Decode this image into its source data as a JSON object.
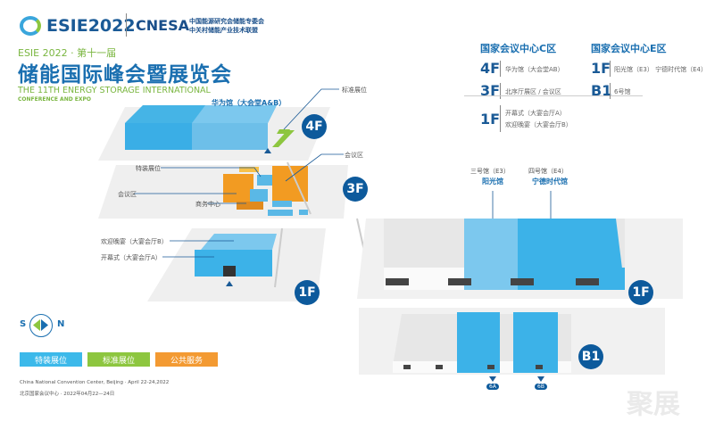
{
  "header": {
    "brand": "ESIE2022",
    "partner": "CNESA",
    "partner_line1": "中国能源研究会储能专委会",
    "partner_line2": "中关村储能产业技术联盟"
  },
  "title": {
    "edition": "ESIE 2022 · 第十一届",
    "main": "储能国际峰会暨展览会",
    "en_line1": "THE 11TH ENERGY STORAGE INTERNATIONAL",
    "en_line2": "CONFERENCE AND EXPO"
  },
  "directory": {
    "c_zone": {
      "title": "国家会议中心C区",
      "rows": [
        {
          "floor": "4F",
          "items": [
            "华为馆（大会堂AB）"
          ]
        },
        {
          "floor": "3F",
          "items": [
            "北序厅展区 / 会议区"
          ]
        },
        {
          "floor": "1F",
          "items": [
            "开幕式（大宴会厅A）",
            "欢迎晚宴（大宴会厅B）"
          ]
        }
      ]
    },
    "e_zone": {
      "title": "国家会议中心E区",
      "rows": [
        {
          "floor": "1F",
          "items": [
            "阳光馆（E3） 宁德时代馆（E4）"
          ]
        },
        {
          "floor": "B1",
          "items": [
            "6号馆"
          ]
        }
      ]
    }
  },
  "map": {
    "f4": {
      "badge": "4F",
      "hall": "华为馆（大会堂A&B）",
      "std": "标准展位"
    },
    "f3": {
      "badge": "3F",
      "special": "特装展位",
      "meeting_left": "会议区",
      "business": "商务中心",
      "meeting_right": "会议区"
    },
    "f1c": {
      "badge": "1F",
      "banquet": "欢迎晚宴（大宴会厅B）",
      "opening": "开幕式（大宴会厅A）"
    },
    "f1e": {
      "badge": "1F",
      "e3_num": "三号馆（E3）",
      "e3_name": "阳光馆",
      "e4_num": "四号馆（E4）",
      "e4_name": "宁德时代馆"
    },
    "b1": {
      "badge": "B1",
      "gate_a": "6A",
      "gate_b": "6B"
    }
  },
  "compass": {
    "s": "S",
    "n": "N"
  },
  "legend": [
    {
      "label": "特装展位",
      "color": "#3cb9ea"
    },
    {
      "label": "标准展位",
      "color": "#8dc63f"
    },
    {
      "label": "公共服务",
      "color": "#f39a32"
    }
  ],
  "footer": {
    "en": "China National Convention Center, Beijing · April 22-24,2022",
    "cn": "北京国家会议中心 · 2022年04月22—24日"
  },
  "watermark": "聚展"
}
